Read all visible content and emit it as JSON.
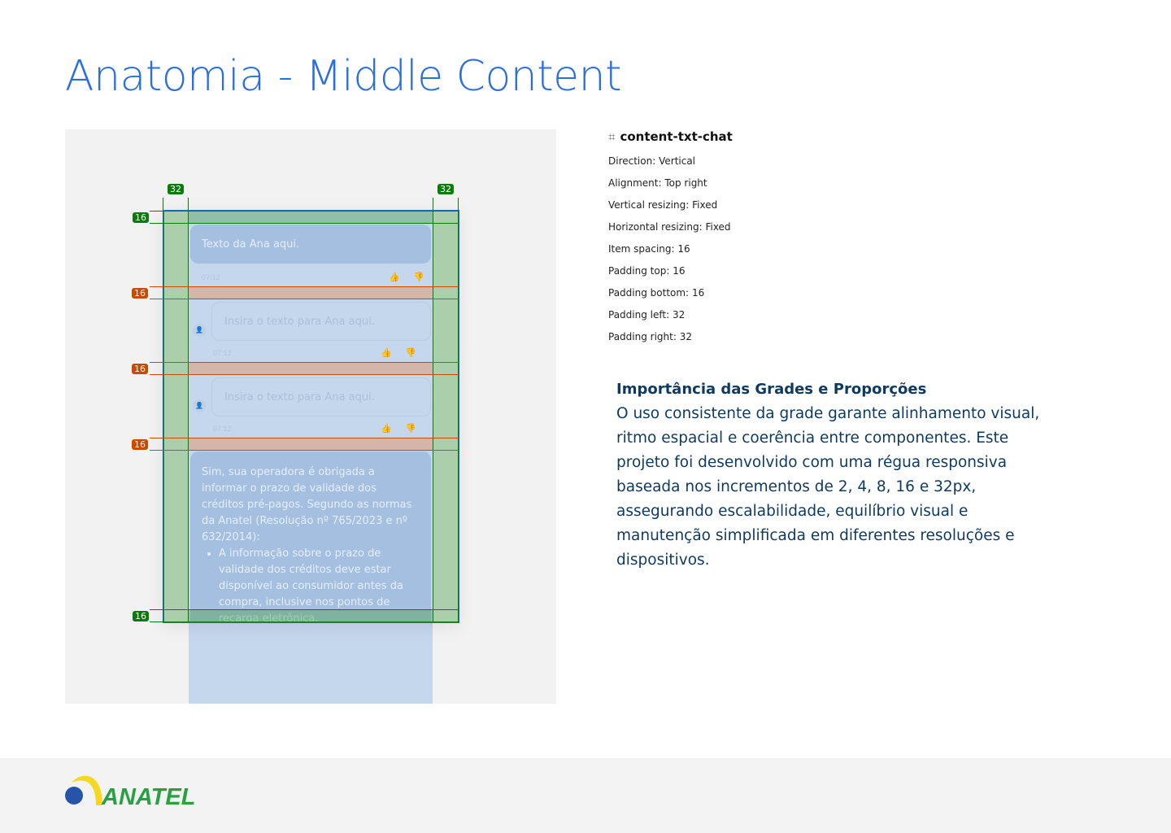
{
  "title": "Anatomia - Middle Content",
  "diagram": {
    "padding_labels": {
      "left": "32",
      "right": "32",
      "top": "16",
      "bottom": "16"
    },
    "gap_labels": [
      "16",
      "16",
      "16"
    ],
    "messages": [
      {
        "text": "Texto da Ana aqui.",
        "time": "07:12"
      },
      {
        "text": "Insira o texto para Ana aqui.",
        "time": "07:12"
      },
      {
        "text": "Insira o texto para Ana aqui.",
        "time": "07:12"
      },
      {
        "text": "Sim, sua operadora é obrigada a informar o prazo de validade dos créditos pré-pagos. Segundo as normas da Anatel (Resolução nº 765/2023 e nº 632/2014):",
        "bullet": "A informação sobre o prazo de validade dos créditos deve estar disponível ao consumidor antes da compra, inclusive nos pontos de recarga eletrônica."
      }
    ]
  },
  "spec": {
    "frame_name": "content-txt-chat",
    "rows": [
      {
        "label": "Direction:",
        "value": "Vertical"
      },
      {
        "label": "Alignment:",
        "value": "Top right"
      },
      {
        "label": "Vertical resizing:",
        "value": "Fixed"
      },
      {
        "label": "Horizontal resizing:",
        "value": "Fixed"
      },
      {
        "label": "Item spacing:",
        "value": "16"
      },
      {
        "label": "Padding top:",
        "value": "16"
      },
      {
        "label": "Padding bottom:",
        "value": "16"
      },
      {
        "label": "Padding left:",
        "value": "32"
      },
      {
        "label": "Padding right:",
        "value": "32"
      }
    ]
  },
  "note": {
    "heading": "Importância das Grades e Proporções",
    "body": "O uso consistente da grade garante alinhamento visual, ritmo espacial e coerência entre componentes. Este projeto foi desenvolvido com uma régua responsiva baseada nos incrementos de 2, 4, 8, 16 e 32px, assegurando escalabilidade, equilíbrio visual e manutenção simplificada em diferentes resoluções e dispositivos."
  },
  "footer": {
    "logo_text": "ANATEL"
  },
  "colors": {
    "accent": "#2a6fdb",
    "padding": "#4aa04a",
    "gap": "#e68c5a",
    "frame": "#1f6fc7"
  }
}
